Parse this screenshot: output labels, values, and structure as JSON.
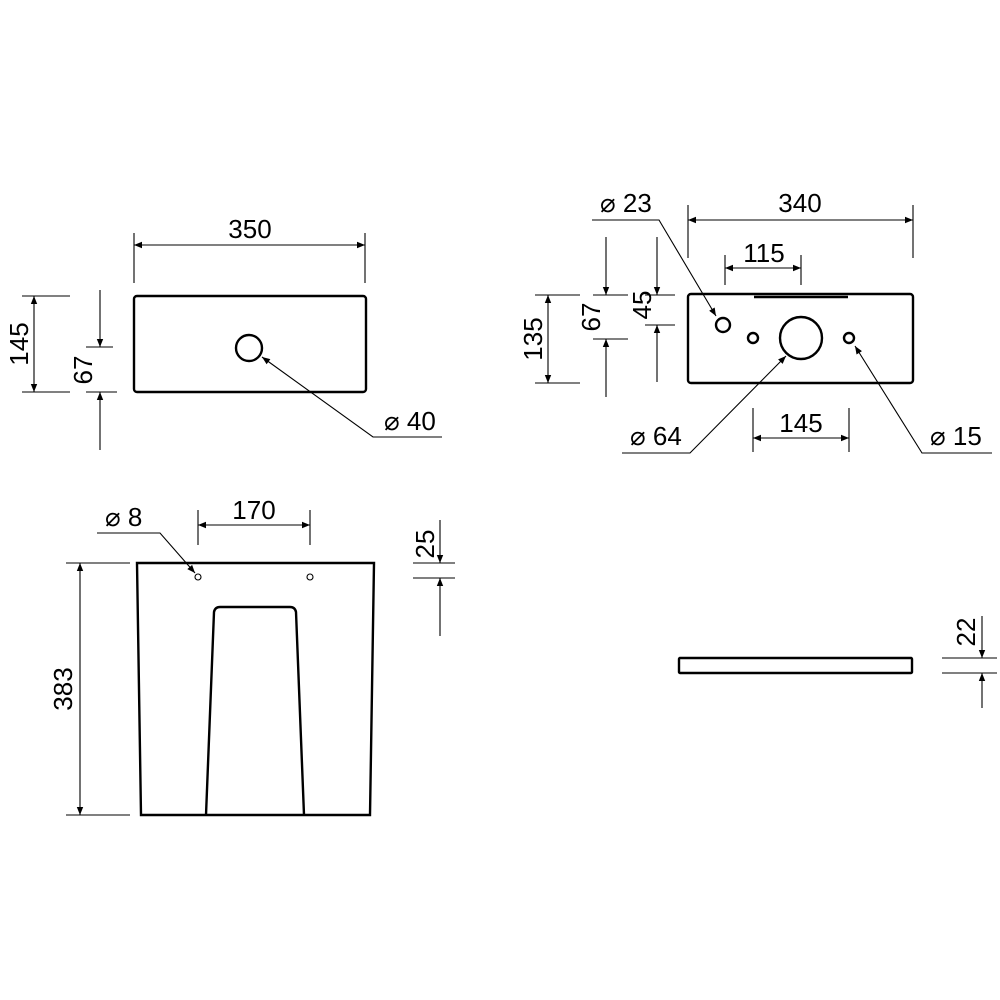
{
  "views": {
    "top_view": {
      "width": "350",
      "height": "145",
      "hole_offset": "67",
      "hole_diameter": "⌀ 40"
    },
    "back_view": {
      "width": "340",
      "slot_width": "115",
      "height": "135",
      "offset_67": "67",
      "offset_45": "45",
      "hole_small_diameter": "⌀ 23",
      "hole_large_diameter": "⌀ 64",
      "hole_spacing": "145",
      "hole_side_diameter": "⌀ 15"
    },
    "front_view": {
      "height": "383",
      "hole_spacing": "170",
      "fixing_hole_diameter": "⌀ 8",
      "fixing_hole_offset": "25"
    },
    "lid_view": {
      "thickness": "22"
    }
  }
}
